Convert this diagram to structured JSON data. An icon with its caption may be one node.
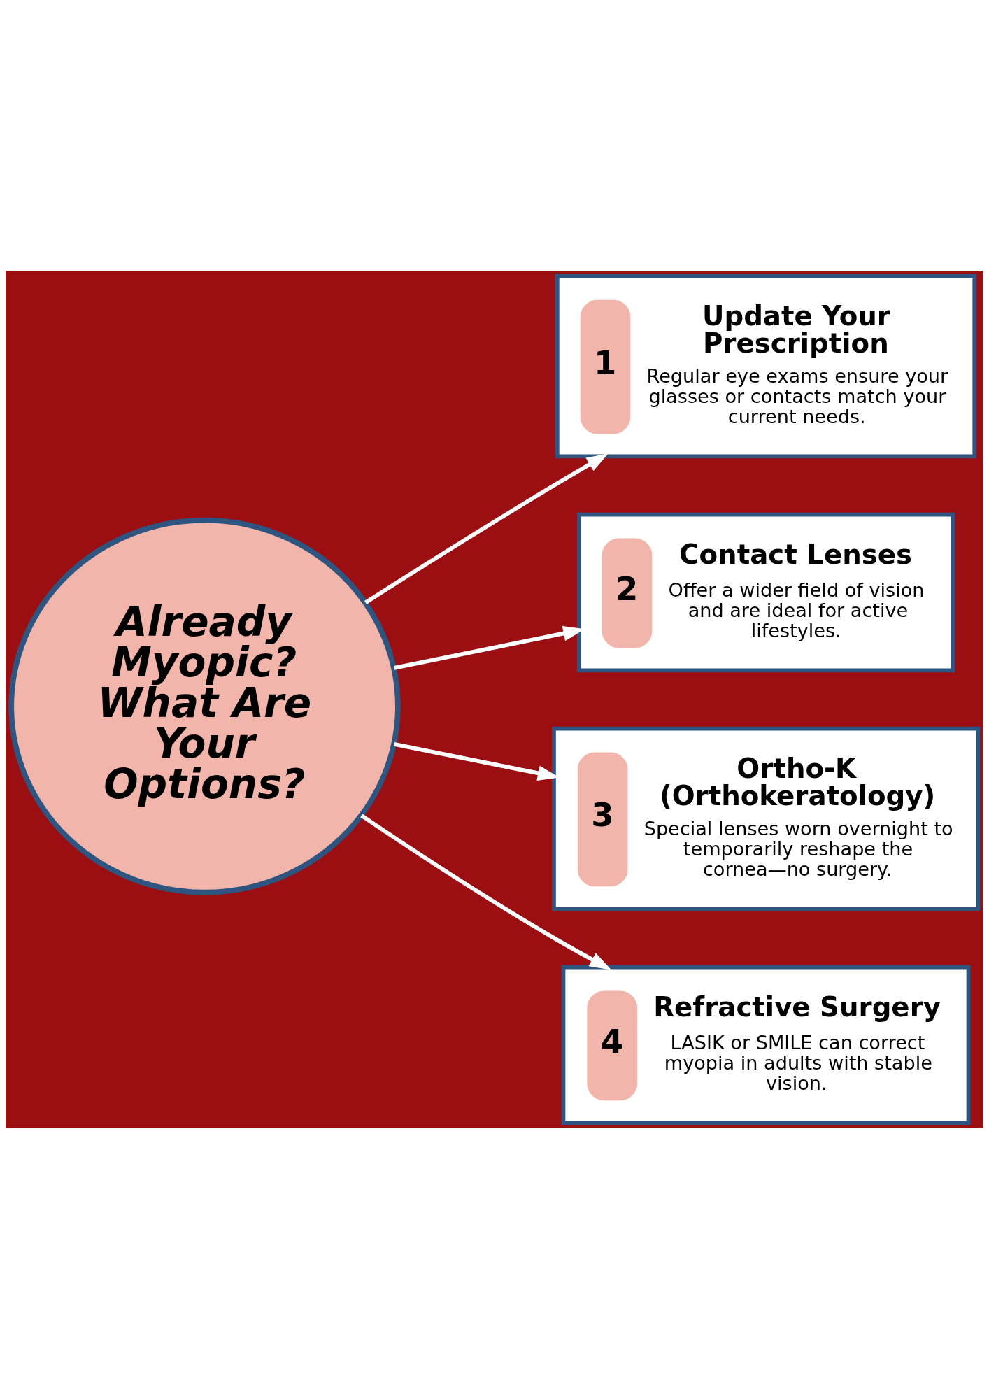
{
  "diagram": {
    "nodes": [
      {
        "text": [
          "Already Myopic? What Are Your Options?"
        ]
      },
      {
        "text": [
          "1",
          "Update Your Prescription",
          "Regular eye exams ensure your glasses or contacts match your current needs."
        ]
      },
      {
        "text": [
          "2",
          "Contact Lenses",
          "Offer a wider field of vision and are ideal for active lifestyles."
        ]
      },
      {
        "text": [
          "3",
          "Ortho-K (Orthokeratology)",
          "Special lenses worn overnight to temporarily reshape the cornea—no surgery."
        ]
      },
      {
        "text": [
          "4",
          "Refractive Surgery",
          "LASIK or SMILE can correct myopia in adults with stable vision."
        ]
      }
    ],
    "edges": [
      {
        "from": 0,
        "to": 1,
        "arrow": "to"
      },
      {
        "from": 0,
        "to": 2,
        "arrow": "to"
      },
      {
        "from": 0,
        "to": 3,
        "arrow": "to"
      },
      {
        "from": 0,
        "to": 4,
        "arrow": "to"
      }
    ]
  }
}
